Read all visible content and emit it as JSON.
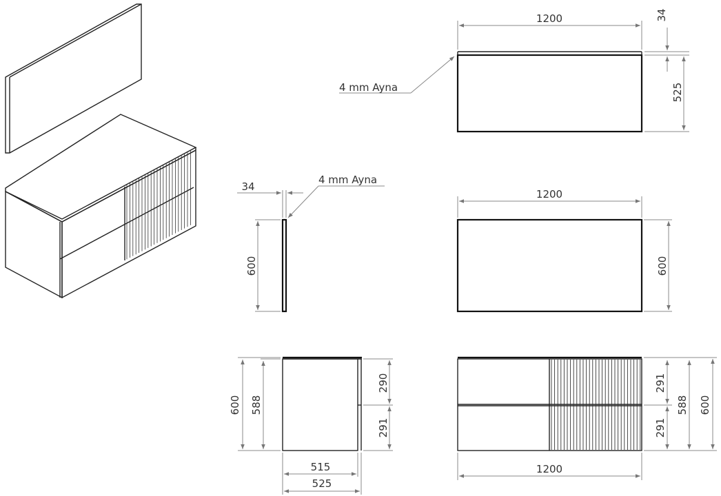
{
  "colors": {
    "line": "#222222",
    "dim_line": "#888888",
    "text": "#333333"
  },
  "top_view": {
    "width": "1200",
    "depth": "525",
    "top_thickness": "34",
    "mirror_note": "4 mm Ayna"
  },
  "mirror_side": {
    "thickness": "34",
    "height": "600",
    "mirror_note": "4 mm Ayna"
  },
  "mirror_front": {
    "width": "1200",
    "height": "600"
  },
  "cabinet_side": {
    "height_total": "600",
    "height_body": "588",
    "drawer_top": "290",
    "drawer_bottom": "291",
    "depth_body": "515",
    "depth_total": "525"
  },
  "cabinet_front": {
    "width": "1200",
    "drawer_top": "291",
    "drawer_bottom": "291",
    "height_body": "588",
    "height_total": "600"
  }
}
